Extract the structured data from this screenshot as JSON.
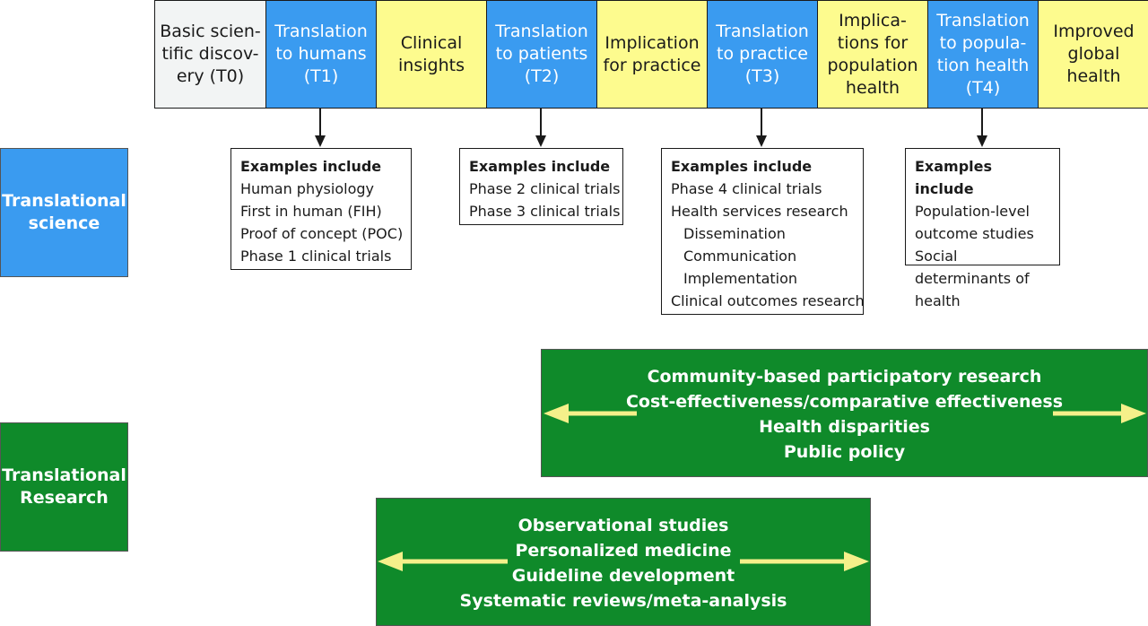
{
  "stages": [
    {
      "text": "Basic scien-\ntific discov-\nery (T0)",
      "color": "gray"
    },
    {
      "text": "Translation\nto humans\n(T1)",
      "color": "blue"
    },
    {
      "text": "Clinical\ninsights",
      "color": "yellow"
    },
    {
      "text": "Translation\nto patients\n(T2)",
      "color": "blue"
    },
    {
      "text": "Implication\nfor practice",
      "color": "yellow"
    },
    {
      "text": "Translation\nto practice\n(T3)",
      "color": "blue"
    },
    {
      "text": "Implica-\ntions for\npopulation\nhealth",
      "color": "yellow"
    },
    {
      "text": "Translation\nto popula-\ntion health\n(T4)",
      "color": "blue"
    },
    {
      "text": "Improved\nglobal\nhealth",
      "color": "yellow"
    }
  ],
  "side_labels": {
    "science": "Translational\nscience",
    "research": "Translational\nResearch"
  },
  "examples": [
    {
      "heading": "Examples include",
      "items": [
        "Human physiology",
        "First in human (FIH)",
        "Proof of concept (POC)",
        "Phase 1 clinical trials"
      ]
    },
    {
      "heading": "Examples include",
      "items": [
        "Phase 2 clinical trials",
        "Phase 3 clinical trials"
      ]
    },
    {
      "heading": "Examples include",
      "items": [
        "Phase 4 clinical trials",
        "Health services research",
        "Dissemination",
        "Communication",
        "Implementation",
        "Clinical outcomes research"
      ]
    },
    {
      "heading": "Examples include",
      "items": [
        "Population-level outcome studies",
        "Social determinants of health"
      ]
    }
  ],
  "research_upper": [
    "Community-based participatory research",
    "Cost-effectiveness/comparative effectiveness",
    "Health disparities",
    "Public policy"
  ],
  "research_lower": [
    "Observational studies",
    "Personalized medicine",
    "Guideline development",
    "Systematic reviews/meta-analysis"
  ],
  "colors": {
    "blue": "#3a9bf0",
    "yellow": "#fdfb8e",
    "gray": "#f2f4f4",
    "green": "#0f8a2a",
    "arrow": "#f5f08a"
  }
}
